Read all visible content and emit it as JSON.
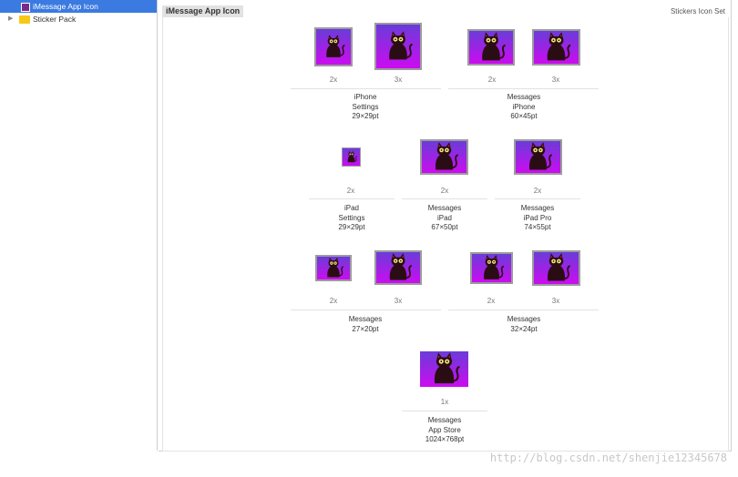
{
  "sidebar": {
    "items": [
      {
        "label": "iMessage App Icon",
        "selected": true
      },
      {
        "label": "Sticker Pack",
        "selected": false
      }
    ]
  },
  "header": {
    "title": "iMessage App Icon",
    "set_type": "Stickers Icon Set"
  },
  "groups": [
    {
      "scales": [
        "2x",
        "3x"
      ],
      "lines": [
        "iPhone",
        "Settings",
        "29×29pt"
      ]
    },
    {
      "scales": [
        "2x",
        "3x"
      ],
      "lines": [
        "Messages",
        "iPhone",
        "60×45pt"
      ]
    },
    {
      "scales": [
        "2x"
      ],
      "lines": [
        "iPad",
        "Settings",
        "29×29pt"
      ]
    },
    {
      "scales": [
        "2x"
      ],
      "lines": [
        "Messages",
        "iPad",
        "67×50pt"
      ]
    },
    {
      "scales": [
        "2x"
      ],
      "lines": [
        "Messages",
        "iPad Pro",
        "74×55pt"
      ]
    },
    {
      "scales": [
        "2x",
        "3x"
      ],
      "lines": [
        "Messages",
        "27×20pt"
      ]
    },
    {
      "scales": [
        "2x",
        "3x"
      ],
      "lines": [
        "Messages",
        "32×24pt"
      ]
    },
    {
      "scales": [
        "1x"
      ],
      "lines": [
        "Messages",
        "App Store",
        "1024×768pt"
      ]
    }
  ],
  "watermark": "http://blog.csdn.net/shenjie12345678",
  "colors": {
    "selection": "#3b7ae0",
    "icon_top": "#6a3cd8",
    "icon_bottom": "#cc0cf0"
  }
}
